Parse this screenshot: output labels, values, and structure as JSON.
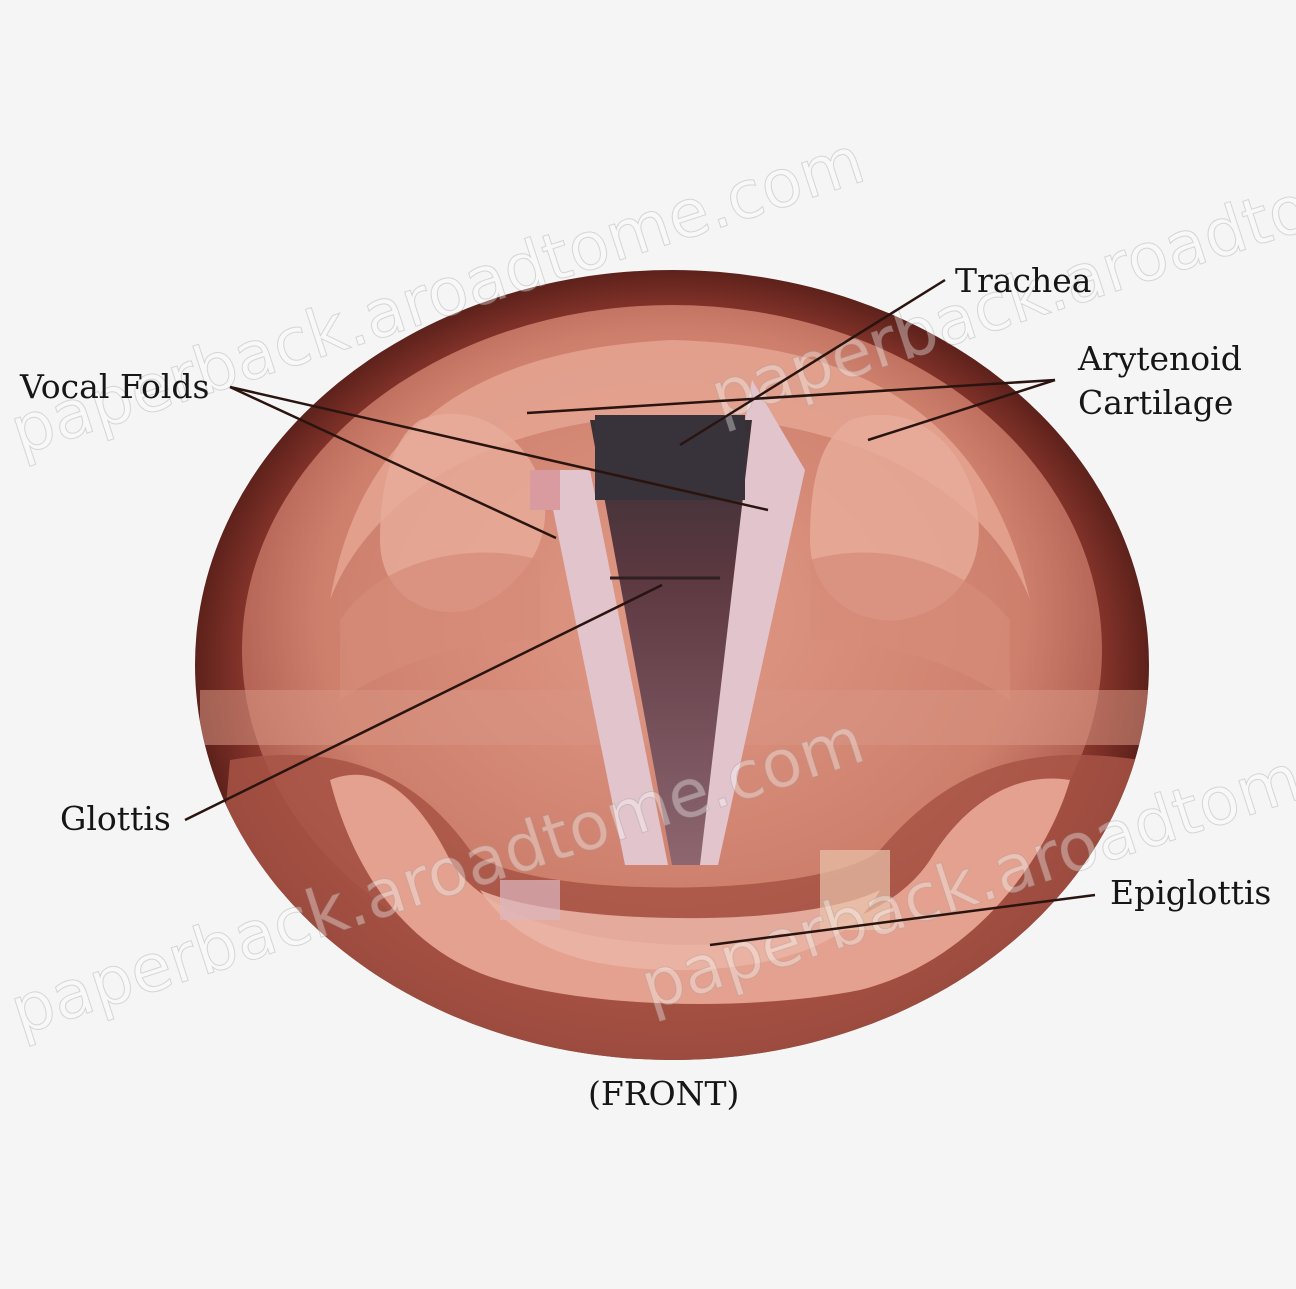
{
  "labels": {
    "trachea": "Trachea",
    "arytenoid_line1": "Arytenoid",
    "arytenoid_line2": "Cartilage",
    "vocal_folds": "Vocal Folds",
    "glottis": "Glottis",
    "epiglottis": "Epiglottis",
    "front": "(FRONT)"
  },
  "watermark": "paperback.aroadtome.com",
  "colors": {
    "background": "#f5f5f5",
    "outer_rim": "#5a1f1a",
    "tissue": "#c97a68",
    "tissue_light": "#e39f8c",
    "fold": "#e4c7cf",
    "airway": "#5a3a40",
    "trachea_dark": "#3a3437",
    "leader_line": "#2a1410"
  }
}
